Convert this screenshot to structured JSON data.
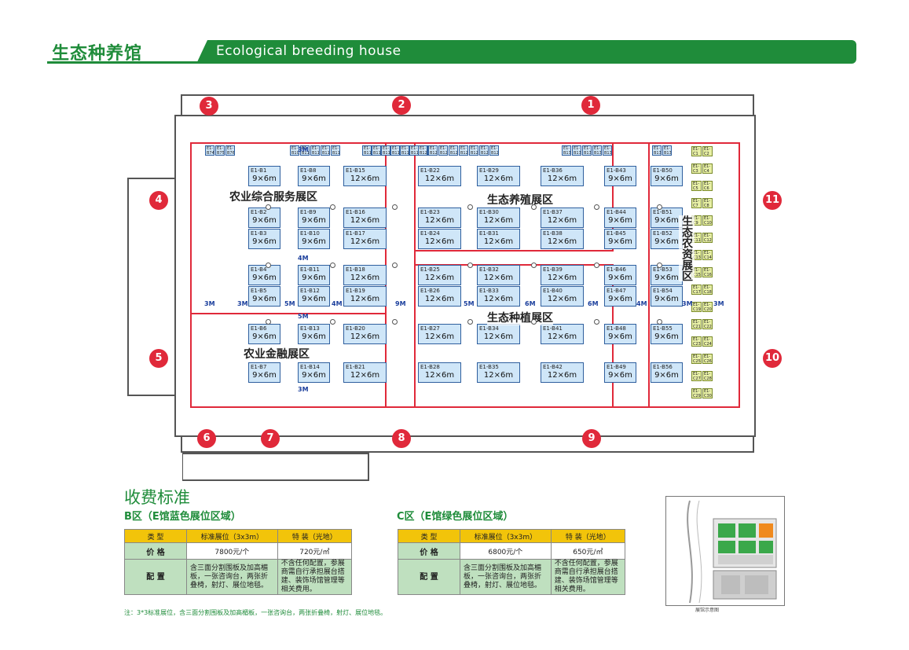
{
  "header": {
    "title_cn": "生态种养馆",
    "title_en": "Ecological breeding house"
  },
  "plan": {
    "gates": [
      "1",
      "2",
      "3",
      "4",
      "5",
      "6",
      "7",
      "8",
      "9",
      "10",
      "11"
    ],
    "zones": [
      "农业综合服务展区",
      "生态养殖展区",
      "生态种植展区",
      "农业金融展区",
      "生态农资展区"
    ],
    "aisles": [
      "3M",
      "4M",
      "5M",
      "9M",
      "6M"
    ],
    "booths": [
      {
        "id": "E1-B1",
        "size": "9×6m"
      },
      {
        "id": "E1-B2",
        "size": "9×6m"
      },
      {
        "id": "E1-B3",
        "size": "9×6m"
      },
      {
        "id": "E1-B4",
        "size": "9×6m"
      },
      {
        "id": "E1-B5",
        "size": "9×6m"
      },
      {
        "id": "E1-B6",
        "size": "9×6m"
      },
      {
        "id": "E1-B7",
        "size": "9×6m"
      },
      {
        "id": "E1-B8",
        "size": "9×6m"
      },
      {
        "id": "E1-B9",
        "size": "9×6m"
      },
      {
        "id": "E1-B10",
        "size": "9×6m"
      },
      {
        "id": "E1-B11",
        "size": "9×6m"
      },
      {
        "id": "E1-B12",
        "size": "9×6m"
      },
      {
        "id": "E1-B13",
        "size": "9×6m"
      },
      {
        "id": "E1-B14",
        "size": "9×6m"
      },
      {
        "id": "E1-B15",
        "size": "12×6m"
      },
      {
        "id": "E1-B16",
        "size": "12×6m"
      },
      {
        "id": "E1-B17",
        "size": "12×6m"
      },
      {
        "id": "E1-B18",
        "size": "12×6m"
      },
      {
        "id": "E1-B19",
        "size": "12×6m"
      },
      {
        "id": "E1-B20",
        "size": "12×6m"
      },
      {
        "id": "E1-B21",
        "size": "12×6m"
      },
      {
        "id": "E1-B22",
        "size": "12×6m"
      },
      {
        "id": "E1-B23",
        "size": "12×6m"
      },
      {
        "id": "E1-B24",
        "size": "12×6m"
      },
      {
        "id": "E1-B25",
        "size": "12×6m"
      },
      {
        "id": "E1-B26",
        "size": "12×6m"
      },
      {
        "id": "E1-B27",
        "size": "12×6m"
      },
      {
        "id": "E1-B28",
        "size": "12×6m"
      },
      {
        "id": "E1-B29",
        "size": "12×6m"
      },
      {
        "id": "E1-B30",
        "size": "12×6m"
      },
      {
        "id": "E1-B31",
        "size": "12×6m"
      },
      {
        "id": "E1-B32",
        "size": "12×6m"
      },
      {
        "id": "E1-B33",
        "size": "12×6m"
      },
      {
        "id": "E1-B34",
        "size": "12×6m"
      },
      {
        "id": "E1-B35",
        "size": "12×6m"
      },
      {
        "id": "E1-B36",
        "size": "12×6m"
      },
      {
        "id": "E1-B37",
        "size": "12×6m"
      },
      {
        "id": "E1-B38",
        "size": "12×6m"
      },
      {
        "id": "E1-B39",
        "size": "12×6m"
      },
      {
        "id": "E1-B40",
        "size": "12×6m"
      },
      {
        "id": "E1-B41",
        "size": "12×6m"
      },
      {
        "id": "E1-B42",
        "size": "12×6m"
      },
      {
        "id": "E1-B43",
        "size": "9×6m"
      },
      {
        "id": "E1-B44",
        "size": "9×6m"
      },
      {
        "id": "E1-B45",
        "size": "9×6m"
      },
      {
        "id": "E1-B46",
        "size": "9×6m"
      },
      {
        "id": "E1-B47",
        "size": "9×6m"
      },
      {
        "id": "E1-B48",
        "size": "9×6m"
      },
      {
        "id": "E1-B49",
        "size": "9×6m"
      },
      {
        "id": "E1-B50",
        "size": "9×6m"
      },
      {
        "id": "E1-B51",
        "size": "9×6m"
      },
      {
        "id": "E1-B52",
        "size": "9×6m"
      },
      {
        "id": "E1-B53",
        "size": "9×6m"
      },
      {
        "id": "E1-B54",
        "size": "9×6m"
      },
      {
        "id": "E1-B55",
        "size": "9×6m"
      },
      {
        "id": "E1-B56",
        "size": "9×6m"
      }
    ],
    "top_small": [
      "E1-B74",
      "E1-B75",
      "E1-B76",
      "E1-B109",
      "E1-B110",
      "E1-B111",
      "E1-B112",
      "E1-B113",
      "E1-B114",
      "E1-B115",
      "E1-B116",
      "E1-B117",
      "E1-B118",
      "E1-B119",
      "E1-B120",
      "E1-B121",
      "E1-B122",
      "E1-B123",
      "E1-B124",
      "E1-B125",
      "E1-B126",
      "E1-B127",
      "E1-B128",
      "E1-B129",
      "E1-B130",
      "E1-B131",
      "E1-B132",
      "E1-B133",
      "E1-B134",
      "E1-B135",
      "E1-B136"
    ],
    "green_small": [
      "E1-C1",
      "E1-C2",
      "E1-C3",
      "E1-C4",
      "E1-C5",
      "E1-C6",
      "E1-C7",
      "E1-C8",
      "E1-C9",
      "E1-C10",
      "E1-C11",
      "E1-C12",
      "E1-C13",
      "E1-C14",
      "E1-C15",
      "E1-C16",
      "E1-C17",
      "E1-C18",
      "E1-C19",
      "E1-C20",
      "E1-C21",
      "E1-C22",
      "E1-C23",
      "E1-C24",
      "E1-C25",
      "E1-C26",
      "E1-C27",
      "E1-C28",
      "E1-C29",
      "E1-C30"
    ]
  },
  "fees": {
    "title": "收费标准",
    "b_zone": {
      "heading": "B区（E馆蓝色展位区域）",
      "col_type": "类  型",
      "col_std": "标准展位（3x3m）",
      "col_raw": "特 装（光地）",
      "price_label": "价  格",
      "price_std": "7800元/个",
      "price_raw": "720元/㎡",
      "config_label": "配  置",
      "config_std": "含三面分割围板及加高楣板，一张咨询台，两张折叠椅，射灯、展位地毯。",
      "config_raw": "不含任何配置，参展商需自行承担展台搭建、装饰场馆管理等相关费用。"
    },
    "c_zone": {
      "heading": "C区（E馆绿色展位区域）",
      "col_type": "类  型",
      "col_std": "标准展位（3x3m）",
      "col_raw": "特 装（光地）",
      "price_label": "价  格",
      "price_std": "6800元/个",
      "price_raw": "650元/㎡",
      "config_label": "配  置",
      "config_std": "含三面分割围板及加高楣板，一张咨询台，两张折叠椅，射灯、展位地毯。",
      "config_raw": "不含任何配置，参展商需自行承担展台搭建、装饰场馆管理等相关费用。"
    },
    "note": "注：3*3标准展位，含三面分割围板及加高楣板，一张咨询台，两张折叠椅，射灯、展位地毯。"
  },
  "overview": {
    "caption": "展馆示意图"
  },
  "colors": {
    "brand_green": "#1f8c3a",
    "gate_red": "#e0293a",
    "booth_blue": "#cfe6f8",
    "booth_green": "#e8f0a6",
    "table_header": "#f2c40a"
  }
}
